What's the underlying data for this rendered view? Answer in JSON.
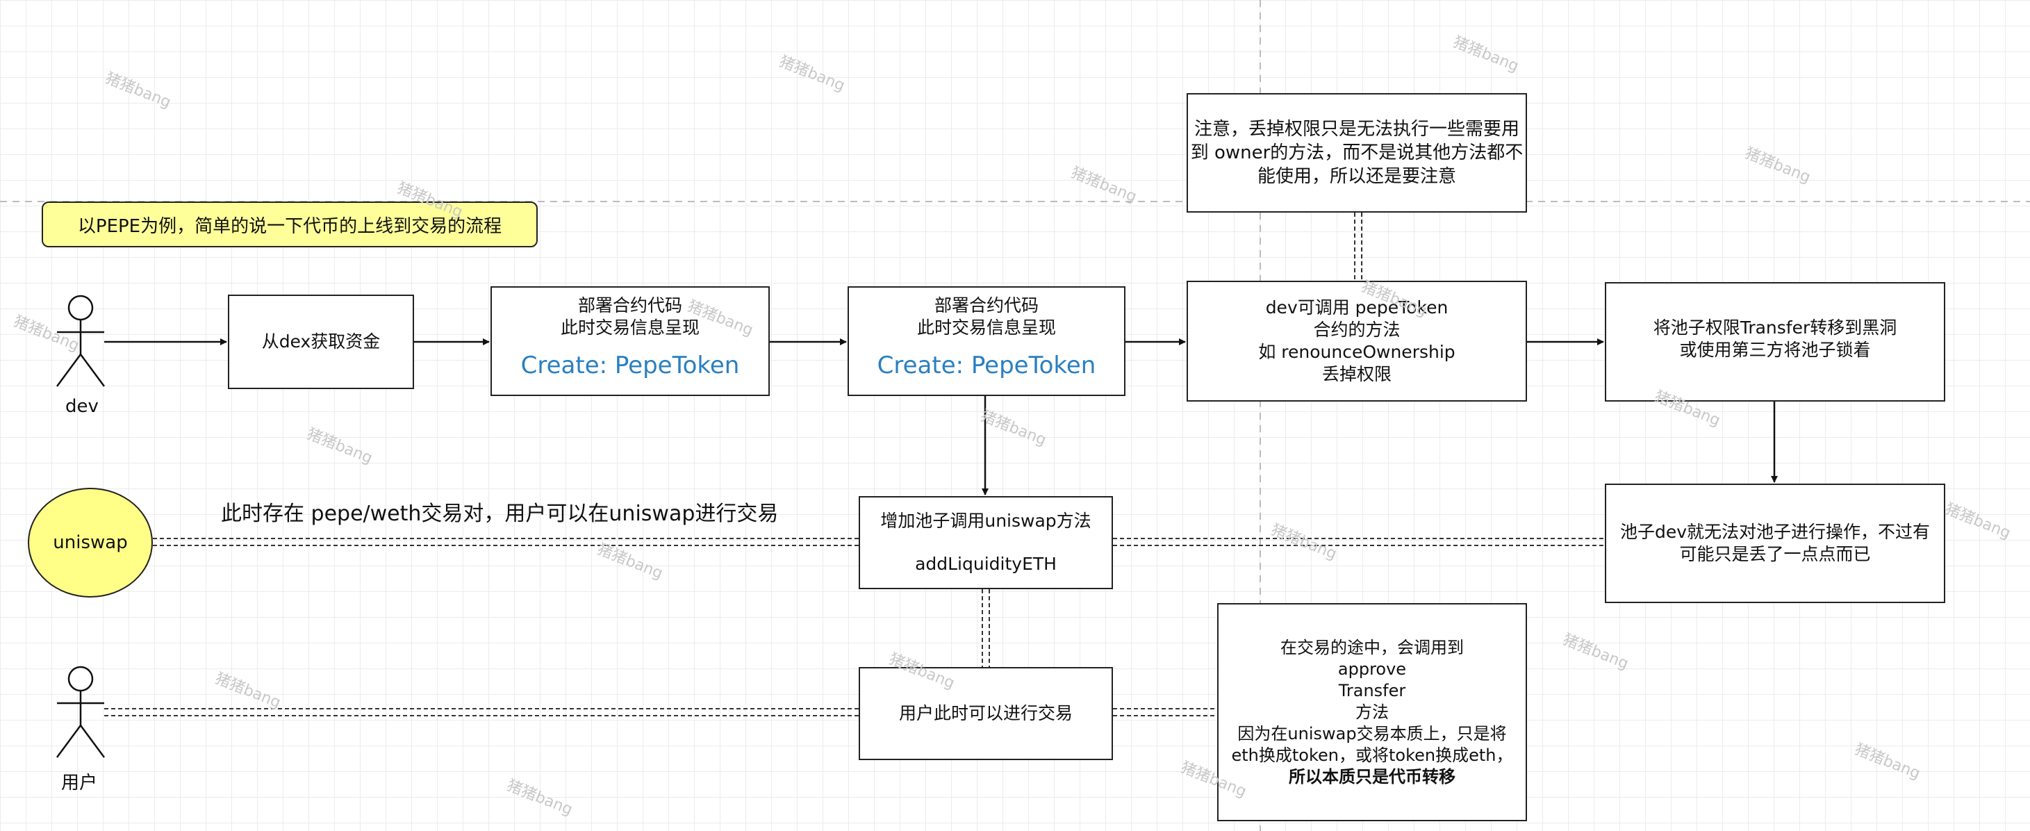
{
  "title_note": "以PEPE为例，简单的说一下代币的上线到交易的流程",
  "actors": {
    "dev": "dev",
    "user": "用户"
  },
  "uniswap_label": "uniswap",
  "boxes": {
    "funds": "从dex获取资金",
    "deploy1": {
      "line1": "部署合约代码",
      "line2": "此时交易信息呈现",
      "create": "Create: PepeToken"
    },
    "deploy2": {
      "line1": "部署合约代码",
      "line2": "此时交易信息呈现",
      "create": "Create: PepeToken"
    },
    "dev_calls": {
      "line1": "dev可调用 pepeToken",
      "line2": "合约的方法",
      "line3": "如 renounceOwnership",
      "line4": "丢掉权限"
    },
    "attention": {
      "line1": "注意，丢掉权限只是无法执行一些需要用",
      "line2": "到 owner的方法，而不是说其他方法都不",
      "line3": "能使用，所以还是要注意"
    },
    "transfer_pool": {
      "line1": "将池子权限Transfer转移到黑洞",
      "line2": "或使用第三方将池子锁着"
    },
    "pool_dev": {
      "line1": "池子dev就无法对池子进行操作，不过有",
      "line2": "可能只是丢了一点点而已"
    },
    "add_liquidity": {
      "line1": "增加池子调用uniswap方法",
      "line2": "addLiquidityETH"
    },
    "user_trade": "用户此时可以进行交易",
    "trade_detail": {
      "line1": "在交易的途中，会调用到",
      "line2": "approve",
      "line3": "Transfer",
      "line4": "方法",
      "line5": "因为在uniswap交易本质上，只是将",
      "line6": "eth换成token，或将token换成eth，",
      "line7": "所以本质只是代币转移"
    }
  },
  "pair_text": "此时存在 pepe/weth交易对，用户可以在uniswap进行交易",
  "watermark": "猪猪bang"
}
